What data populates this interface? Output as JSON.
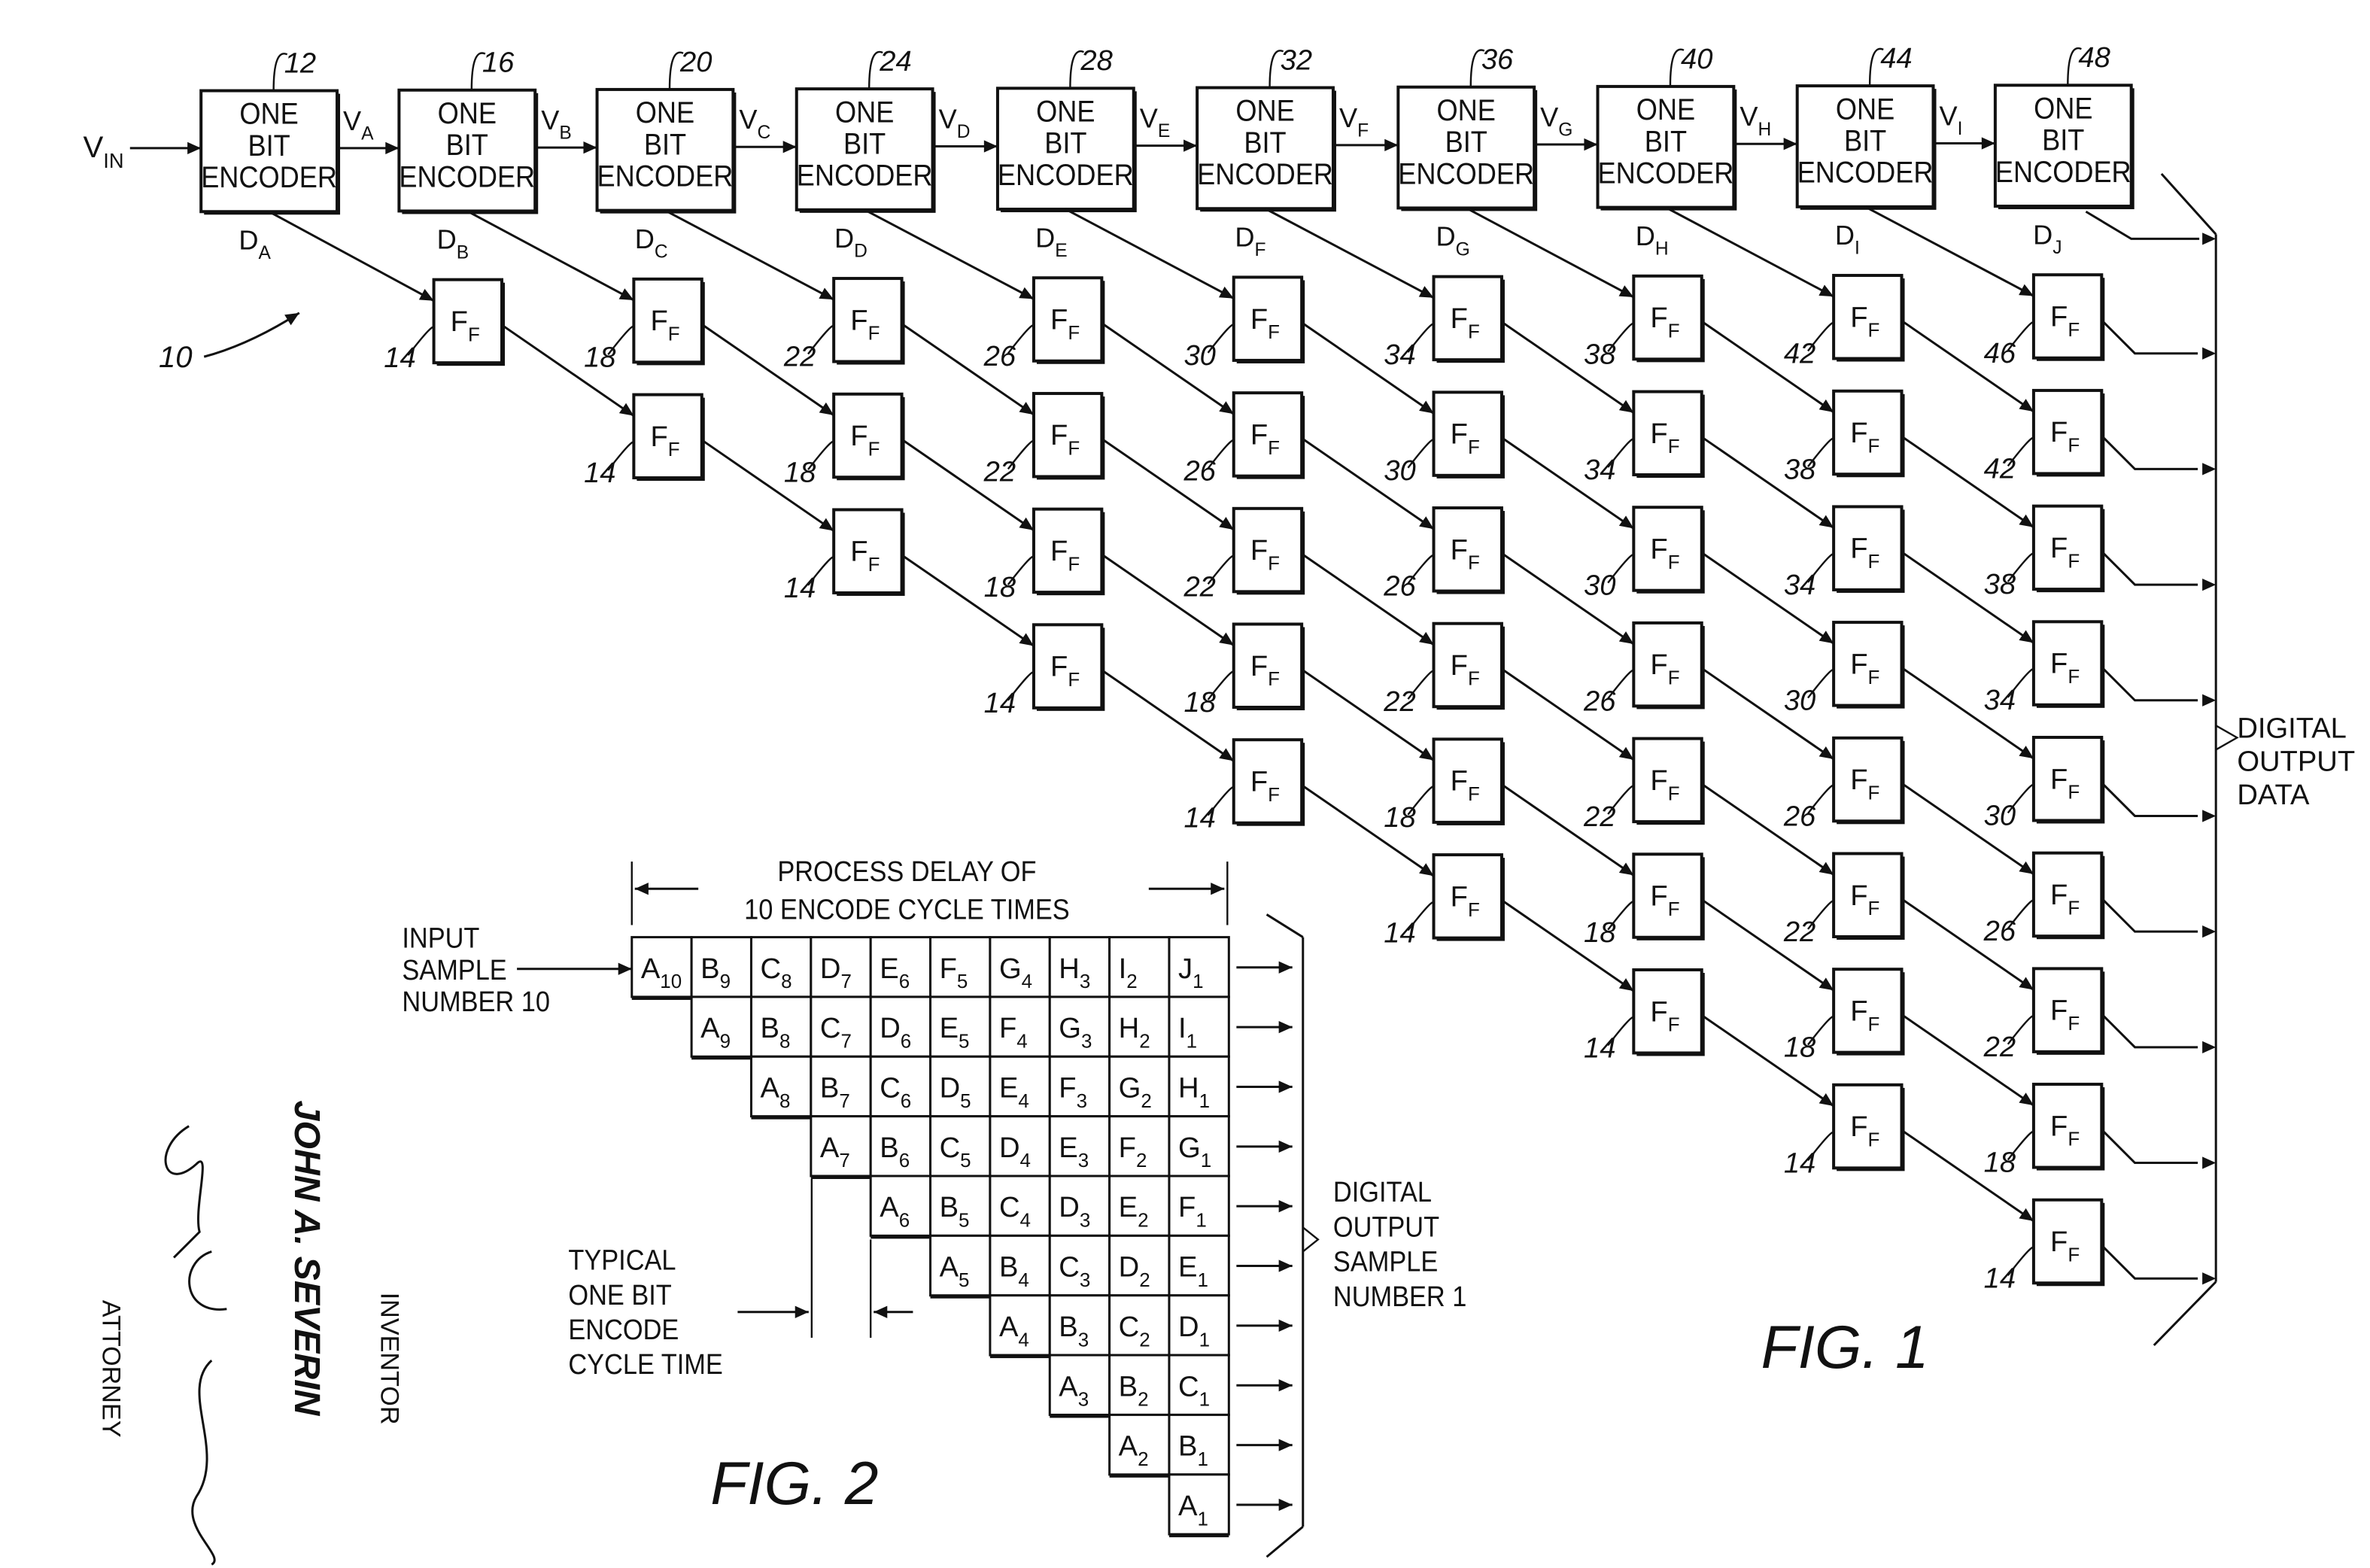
{
  "fig1": {
    "title": "FIG. 1",
    "system_ref": "10",
    "input_label": {
      "main": "V",
      "sub": "IN"
    },
    "encoder_text": [
      "ONE",
      "BIT",
      "ENCODER"
    ],
    "encoders": [
      {
        "ref": "12",
        "out_v": "A",
        "out_d": "A"
      },
      {
        "ref": "16",
        "out_v": "B",
        "out_d": "B"
      },
      {
        "ref": "20",
        "out_v": "C",
        "out_d": "C"
      },
      {
        "ref": "24",
        "out_v": "D",
        "out_d": "D"
      },
      {
        "ref": "28",
        "out_v": "E",
        "out_d": "E"
      },
      {
        "ref": "32",
        "out_v": "F",
        "out_d": "F"
      },
      {
        "ref": "36",
        "out_v": "G",
        "out_d": "G"
      },
      {
        "ref": "40",
        "out_v": "H",
        "out_d": "H"
      },
      {
        "ref": "44",
        "out_v": "I",
        "out_d": "I"
      },
      {
        "ref": "48",
        "out_v": "",
        "out_d": "J"
      }
    ],
    "flipflop_label": {
      "main": "F",
      "sub": "F"
    },
    "flipflop_columns": [
      [
        "14"
      ],
      [
        "18",
        "14"
      ],
      [
        "22",
        "18",
        "14"
      ],
      [
        "26",
        "22",
        "18",
        "14"
      ],
      [
        "30",
        "26",
        "22",
        "18",
        "14"
      ],
      [
        "34",
        "30",
        "26",
        "22",
        "18",
        "14"
      ],
      [
        "38",
        "34",
        "30",
        "26",
        "22",
        "18",
        "14"
      ],
      [
        "42",
        "38",
        "34",
        "30",
        "26",
        "22",
        "18",
        "14"
      ],
      [
        "46",
        "42",
        "38",
        "34",
        "30",
        "26",
        "22",
        "18",
        "14"
      ]
    ],
    "output_label": [
      "DIGITAL",
      "OUTPUT",
      "DATA"
    ]
  },
  "fig2": {
    "title": "FIG. 2",
    "delay_label": [
      "PROCESS DELAY OF",
      "10 ENCODE CYCLE TIMES"
    ],
    "input_label": [
      "INPUT",
      "SAMPLE",
      "NUMBER 10"
    ],
    "cycle_label": [
      "TYPICAL",
      "ONE BIT",
      "ENCODE",
      "CYCLE TIME"
    ],
    "output_label": [
      "DIGITAL",
      "OUTPUT",
      "SAMPLE",
      "NUMBER 1"
    ],
    "rows": [
      [
        [
          "A",
          "10"
        ],
        [
          "B",
          "9"
        ],
        [
          "C",
          "8"
        ],
        [
          "D",
          "7"
        ],
        [
          "E",
          "6"
        ],
        [
          "F",
          "5"
        ],
        [
          "G",
          "4"
        ],
        [
          "H",
          "3"
        ],
        [
          "I",
          "2"
        ],
        [
          "J",
          "1"
        ]
      ],
      [
        [
          "A",
          "9"
        ],
        [
          "B",
          "8"
        ],
        [
          "C",
          "7"
        ],
        [
          "D",
          "6"
        ],
        [
          "E",
          "5"
        ],
        [
          "F",
          "4"
        ],
        [
          "G",
          "3"
        ],
        [
          "H",
          "2"
        ],
        [
          "I",
          "1"
        ]
      ],
      [
        [
          "A",
          "8"
        ],
        [
          "B",
          "7"
        ],
        [
          "C",
          "6"
        ],
        [
          "D",
          "5"
        ],
        [
          "E",
          "4"
        ],
        [
          "F",
          "3"
        ],
        [
          "G",
          "2"
        ],
        [
          "H",
          "1"
        ]
      ],
      [
        [
          "A",
          "7"
        ],
        [
          "B",
          "6"
        ],
        [
          "C",
          "5"
        ],
        [
          "D",
          "4"
        ],
        [
          "E",
          "3"
        ],
        [
          "F",
          "2"
        ],
        [
          "G",
          "1"
        ]
      ],
      [
        [
          "A",
          "6"
        ],
        [
          "B",
          "5"
        ],
        [
          "C",
          "4"
        ],
        [
          "D",
          "3"
        ],
        [
          "E",
          "2"
        ],
        [
          "F",
          "1"
        ]
      ],
      [
        [
          "A",
          "5"
        ],
        [
          "B",
          "4"
        ],
        [
          "C",
          "3"
        ],
        [
          "D",
          "2"
        ],
        [
          "E",
          "1"
        ]
      ],
      [
        [
          "A",
          "4"
        ],
        [
          "B",
          "3"
        ],
        [
          "C",
          "2"
        ],
        [
          "D",
          "1"
        ]
      ],
      [
        [
          "A",
          "3"
        ],
        [
          "B",
          "2"
        ],
        [
          "C",
          "1"
        ]
      ],
      [
        [
          "A",
          "2"
        ],
        [
          "B",
          "1"
        ]
      ],
      [
        [
          "A",
          "1"
        ]
      ]
    ]
  },
  "signatures": {
    "inventor_name": "JOHN A. SEVERIN",
    "inventor_role": "INVENTOR",
    "attorney_role": "ATTORNEY"
  }
}
